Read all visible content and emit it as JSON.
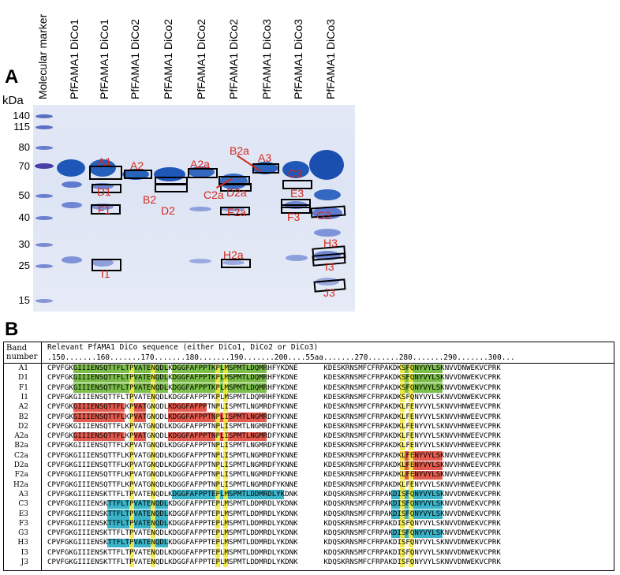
{
  "panel_a": {
    "letter": "A",
    "unit": "kDa",
    "lanes": [
      "Molecular marker",
      "PfFAMA1 DiCo1",
      "PfFAMA1 DiCo1",
      "PfFAMA1 DiCo2",
      "PfFAMA1 DiCo2",
      "PfFAMA1 DiCo2",
      "PfFAMA1 DiCo2",
      "PfFAMA1 DiCo3",
      "PfFAMA1 DiCo3",
      "PfFAMA1 DiCo3"
    ],
    "markers": [
      "140",
      "115",
      "80",
      "70",
      "50",
      "40",
      "30",
      "25",
      "15"
    ],
    "band_labels": [
      "A1",
      "D1",
      "F1",
      "I1",
      "A2",
      "B2",
      "D2",
      "A2a",
      "C2a",
      "D2a",
      "B2a",
      "F2a",
      "H2a",
      "A3",
      "C3",
      "E3",
      "F3",
      "G3",
      "H3",
      "I3",
      "J3"
    ]
  },
  "panel_b": {
    "letter": "B",
    "col1_header_1": "Band",
    "col1_header_2": "number",
    "seq_header": "Relevant PfAMA1 DiCo sequence (either DiCo1, DiCo2 or DiCo3)",
    "ruler": ".150.......160.......170.......180.......190.......200....55aa.......270.......280.......290.......300...",
    "rows": [
      {
        "band": "A1",
        "seq": "CPVFGKGIIIENSQTTFLTPVATENQDLKDGGFAFPPTKPLMSPMTLDQMRHFYKDNE      KDESKRNSMFCFRPAKDKSFQNYVYLSKNVVDNWEKVCPRK"
      },
      {
        "band": "D1",
        "seq": "CPVFGKGIIIENSQTTFLTPVATENQDLKDGGFAFPPTKPLMSPMTLDQMRHFYKDNE      KDESKRNSMFCFRPAKDKSFQNYVYLSKNVVDNWEKVCPRK"
      },
      {
        "band": "F1",
        "seq": "CPVFGKGIIIENSQTTFLTPVATENQDLKDGGFAFPPTKPLMSPMTLDQMRHFYKDNE      KDESKRNSMFCFRPAKDKSFQNYVYLSKNVVDNWEKVCPRK"
      },
      {
        "band": "I1",
        "seq": "CPVFGKGIIIENSQTTFLTPVATENQDLKDGGFAFPPTKPLMSPMTLDQMRHFYKDNE      KDESKRNSMFCFRPAKDKSFQNYVYLSKNVVDNWEKVCPRK"
      },
      {
        "band": "A2",
        "seq": "CPVFGKGIIIENSQTTFLKPVATGNQDLKDGGFAFPPTNPLISPMTLNGMRDFYKNNE      KDESKRNSMFCFRPAKDKLFENYVYLSKNVVHNWEEVCPRK"
      },
      {
        "band": "B2",
        "seq": "CPVFGKGIIIENSQTTFLKPVATGNQDLKDGGFAFPPTNPLISPMTLNGMRDFYKNNE      KDESKRNSMFCFRPAKDKLFENYVYLSKNVVHNWEEVCPRK"
      },
      {
        "band": "D2",
        "seq": "CPVFGKGIIIENSQTTFLKPVATGNQDLKDGGFAFPPTNPLISPMTLNGMRDFYKNNE      KDESKRNSMFCFRPAKDKLFENYVYLSKNVVHNWEEVCPRK"
      },
      {
        "band": "A2a",
        "seq": "CPVFGKGIIIENSQTTFLKPVATGNQDLKDGGFAFPPTNPLISPMTLNGMRDFYKNNE      KDESKRNSMFCFRPAKDKLFENYVYLSKNVVHNWEEVCPRK"
      },
      {
        "band": "B2a",
        "seq": "CPVFGKGIIIENSQTTFLKPVATGNQDLKDGGFAFPPTNPLISPMTLNGMRDFYKNNE      KDESKRNSMFCFRPAKDKLFENYVYLSKNVVHNWEEVCPRK"
      },
      {
        "band": "C2a",
        "seq": "CPVFGKGIIIENSQTTFLKPVATGNQDLKDGGFAFPPTNPLISPMTLNGMRDFYKNNE      KDESKRNSMFCFRPAKDKLFENYVYLSKNVVHNWEEVCPRK"
      },
      {
        "band": "D2a",
        "seq": "CPVFGKGIIIENSQTTFLKPVATGNQDLKDGGFAFPPTNPLISPMTLNGMRDFYKNNE      KDESKRNSMFCFRPAKDKLFENYVYLSKNVVHNWEEVCPRK"
      },
      {
        "band": "F2a",
        "seq": "CPVFGKGIIIENSQTTFLKPVATGNQDLKDGGFAFPPTNPLISPMTLNGMRDFYKNNE      KDESKRNSMFCFRPAKDKLFENYVYLSKNVVHNWEEVCPRK"
      },
      {
        "band": "H2a",
        "seq": "CPVFGKGIIIENSQTTFLKPVATGNQDLKDGGFAFPPTNPLISPMTLNGMRDFYKNNE      KDESKRNSMFCFRPAKDKLFENYVYLSKNVVHNWEEVCPRK"
      },
      {
        "band": "A3",
        "seq": "CPVFGKGIIIENSKTTFLTPVATENQDLKDGGFAFPPTEPLMSPMTLDDMRDLYKDNK      KDQSKRNSMFCFRPAKDISFQNYVYLSKNVVDNWEKVCPRK"
      },
      {
        "band": "C3",
        "seq": "CPVFGKGIIIENSKTTFLTPVATENQDLKDGGFAFPPTEPLMSPMTLDDMRDLYKDNK      KDQSKRNSMFCFRPAKDISFQNYVYLSKNVVDNWEKVCPRK"
      },
      {
        "band": "E3",
        "seq": "CPVFGKGIIIENSKTTFLTPVATENQDLKDGGFAFPPTEPLMSPMTLDDMRDLYKDNK      KDQSKRNSMFCFRPAKDISFQNYVYLSKNVVDNWEKVCPRK"
      },
      {
        "band": "F3",
        "seq": "CPVFGKGIIIENSKTTFLTPVATENQDLKDGGFAFPPTEPLMSPMTLDDMRDLYKDNK      KDQSKRNSMFCFRPAKDISFQNYVYLSKNVVDNWEKVCPRK"
      },
      {
        "band": "G3",
        "seq": "CPVFGKGIIIENSKTTFLTPVATENQDLKDGGFAFPPTEPLMSPMTLDDMRDLYKDNK      KDQSKRNSMFCFRPAKDISFQNYVYLSKNVVDNWEKVCPRK"
      },
      {
        "band": "H3",
        "seq": "CPVFGKGIIIENSKTTFLTPVATENQDLKDGGFAFPPTEPLMSPMTLDDMRDLYKDNK      KDQSKRNSMFCFRPAKDISFQNYVYLSKNVVDNWEKVCPRK"
      },
      {
        "band": "I3",
        "seq": "CPVFGKGIIIENSKTTFLTPVATENQDLKDGGFAFPPTEPLMSPMTLDDMRDLYKDNK      KDQSKRNSMFCFRPAKDISFQNYVYLSKNVVDNWEKVCPRK"
      },
      {
        "band": "J3",
        "seq": "CPVFGKGIIIENSKTTFLTPVATENQDLKDGGFAFPPTEPLMSPMTLDDMRDLYKDNK      KDQSKRNSMFCFRPAKDISFQNYVYLSKNVVDNWEKVCPRK"
      }
    ]
  }
}
